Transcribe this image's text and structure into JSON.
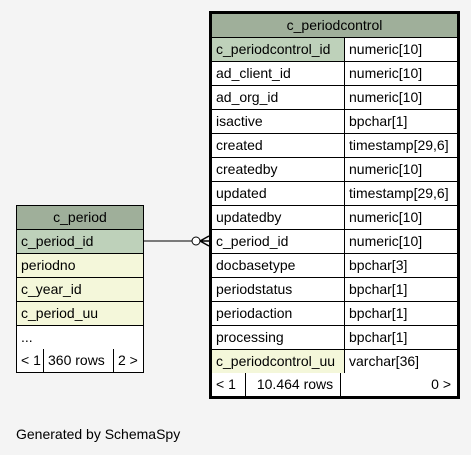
{
  "periodcontrol": {
    "name": "c_periodcontrol",
    "columns": [
      {
        "name": "c_periodcontrol_id",
        "type": "numeric[10]",
        "kind": "pk"
      },
      {
        "name": "ad_client_id",
        "type": "numeric[10]",
        "kind": "plain"
      },
      {
        "name": "ad_org_id",
        "type": "numeric[10]",
        "kind": "plain"
      },
      {
        "name": "isactive",
        "type": "bpchar[1]",
        "kind": "plain"
      },
      {
        "name": "created",
        "type": "timestamp[29,6]",
        "kind": "plain"
      },
      {
        "name": "createdby",
        "type": "numeric[10]",
        "kind": "plain"
      },
      {
        "name": "updated",
        "type": "timestamp[29,6]",
        "kind": "plain"
      },
      {
        "name": "updatedby",
        "type": "numeric[10]",
        "kind": "plain"
      },
      {
        "name": "c_period_id",
        "type": "numeric[10]",
        "kind": "plain"
      },
      {
        "name": "docbasetype",
        "type": "bpchar[3]",
        "kind": "plain"
      },
      {
        "name": "periodstatus",
        "type": "bpchar[1]",
        "kind": "plain"
      },
      {
        "name": "periodaction",
        "type": "bpchar[1]",
        "kind": "plain"
      },
      {
        "name": "processing",
        "type": "bpchar[1]",
        "kind": "plain"
      },
      {
        "name": "c_periodcontrol_uu",
        "type": "varchar[36]",
        "kind": "fk"
      }
    ],
    "footer": {
      "left": "< 1",
      "rows": "10.464 rows",
      "right": "0 >"
    }
  },
  "period": {
    "name": "c_period",
    "columns": [
      {
        "name": "c_period_id",
        "kind": "pk"
      },
      {
        "name": "periodno",
        "kind": "fk"
      },
      {
        "name": "c_year_id",
        "kind": "fk"
      },
      {
        "name": "c_period_uu",
        "kind": "fk"
      },
      {
        "name": "...",
        "kind": "plain"
      }
    ],
    "footer": {
      "left": "< 1",
      "rows": "360 rows",
      "right": "2 >"
    }
  },
  "caption": "Generated by SchemaSpy",
  "colors": {
    "header": "#9faf9a",
    "pk": "#bed1ba",
    "fk": "#f4f7da",
    "background": "#f4f4f4"
  }
}
